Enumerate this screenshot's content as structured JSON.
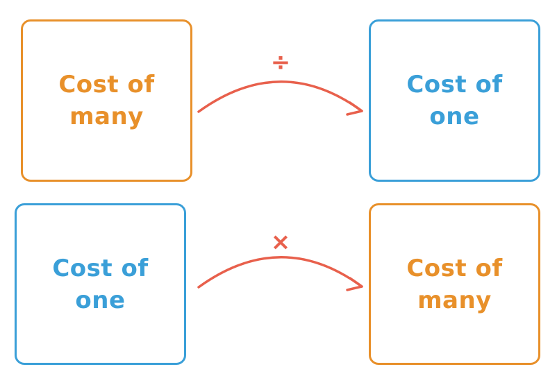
{
  "colors": {
    "many": "#E8902A",
    "one": "#3A9FD8",
    "arrow": "#E8604C"
  },
  "rows": [
    {
      "left": {
        "line1": "Cost of",
        "line2": "many",
        "kind": "many"
      },
      "operator": "÷",
      "operator_meaning": "divide",
      "right": {
        "line1": "Cost of",
        "line2": "one",
        "kind": "one"
      }
    },
    {
      "left": {
        "line1": "Cost of",
        "line2": "one",
        "kind": "one"
      },
      "operator": "×",
      "operator_meaning": "multiply",
      "right": {
        "line1": "Cost of",
        "line2": "many",
        "kind": "many"
      }
    }
  ]
}
